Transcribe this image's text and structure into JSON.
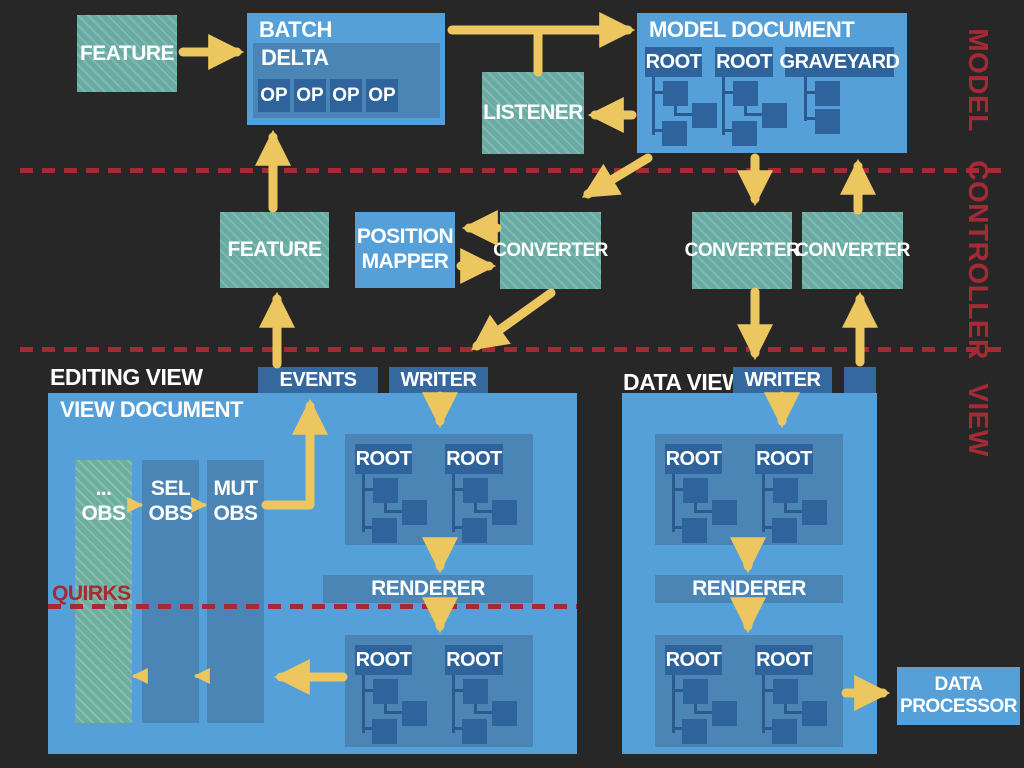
{
  "colors": {
    "background": "#272727",
    "panel_blue": "#55a0d8",
    "panel_blue_mid": "#4a85b6",
    "panel_blue_dark": "#2e639b",
    "tab_blue": "#35689f",
    "teal": "#69aba3",
    "arrow_yellow": "#ecc65f",
    "accent_red": "#a42a35"
  },
  "lanes": {
    "model": "MODEL",
    "controller": "CONTROLLER",
    "view": "VIEW"
  },
  "model_lane": {
    "feature": "FEATURE",
    "batch": {
      "title": "BATCH",
      "delta_title": "DELTA",
      "ops": [
        "OP",
        "OP",
        "OP",
        "OP"
      ]
    },
    "listener": "LISTENER",
    "document": {
      "title": "MODEL DOCUMENT",
      "roots": [
        "ROOT",
        "ROOT",
        "GRAVEYARD"
      ]
    }
  },
  "controller_lane": {
    "feature": "FEATURE",
    "position_mapper": "POSITION\nMAPPER",
    "converter_left": "CONVERTER",
    "converter_down": "CONVERTER",
    "converter_up": "CONVERTER"
  },
  "view_lane": {
    "editing": {
      "heading": "EDITING VIEW",
      "events_tab": "EVENTS",
      "writer_tab": "WRITER",
      "document_title": "VIEW DOCUMENT",
      "observers": [
        "...\nOBS",
        "SEL\nOBS",
        "MUT\nOBS"
      ],
      "quirks": "QUIRKS",
      "renderer": "RENDERER",
      "upper_roots": [
        "ROOT",
        "ROOT"
      ],
      "lower_roots": [
        "ROOT",
        "ROOT"
      ]
    },
    "data": {
      "heading": "DATA VIEW",
      "writer_tab": "WRITER",
      "renderer": "RENDERER",
      "upper_roots": [
        "ROOT",
        "ROOT"
      ],
      "lower_roots": [
        "ROOT",
        "ROOT"
      ],
      "processor": "DATA\nPROCESSOR"
    }
  }
}
